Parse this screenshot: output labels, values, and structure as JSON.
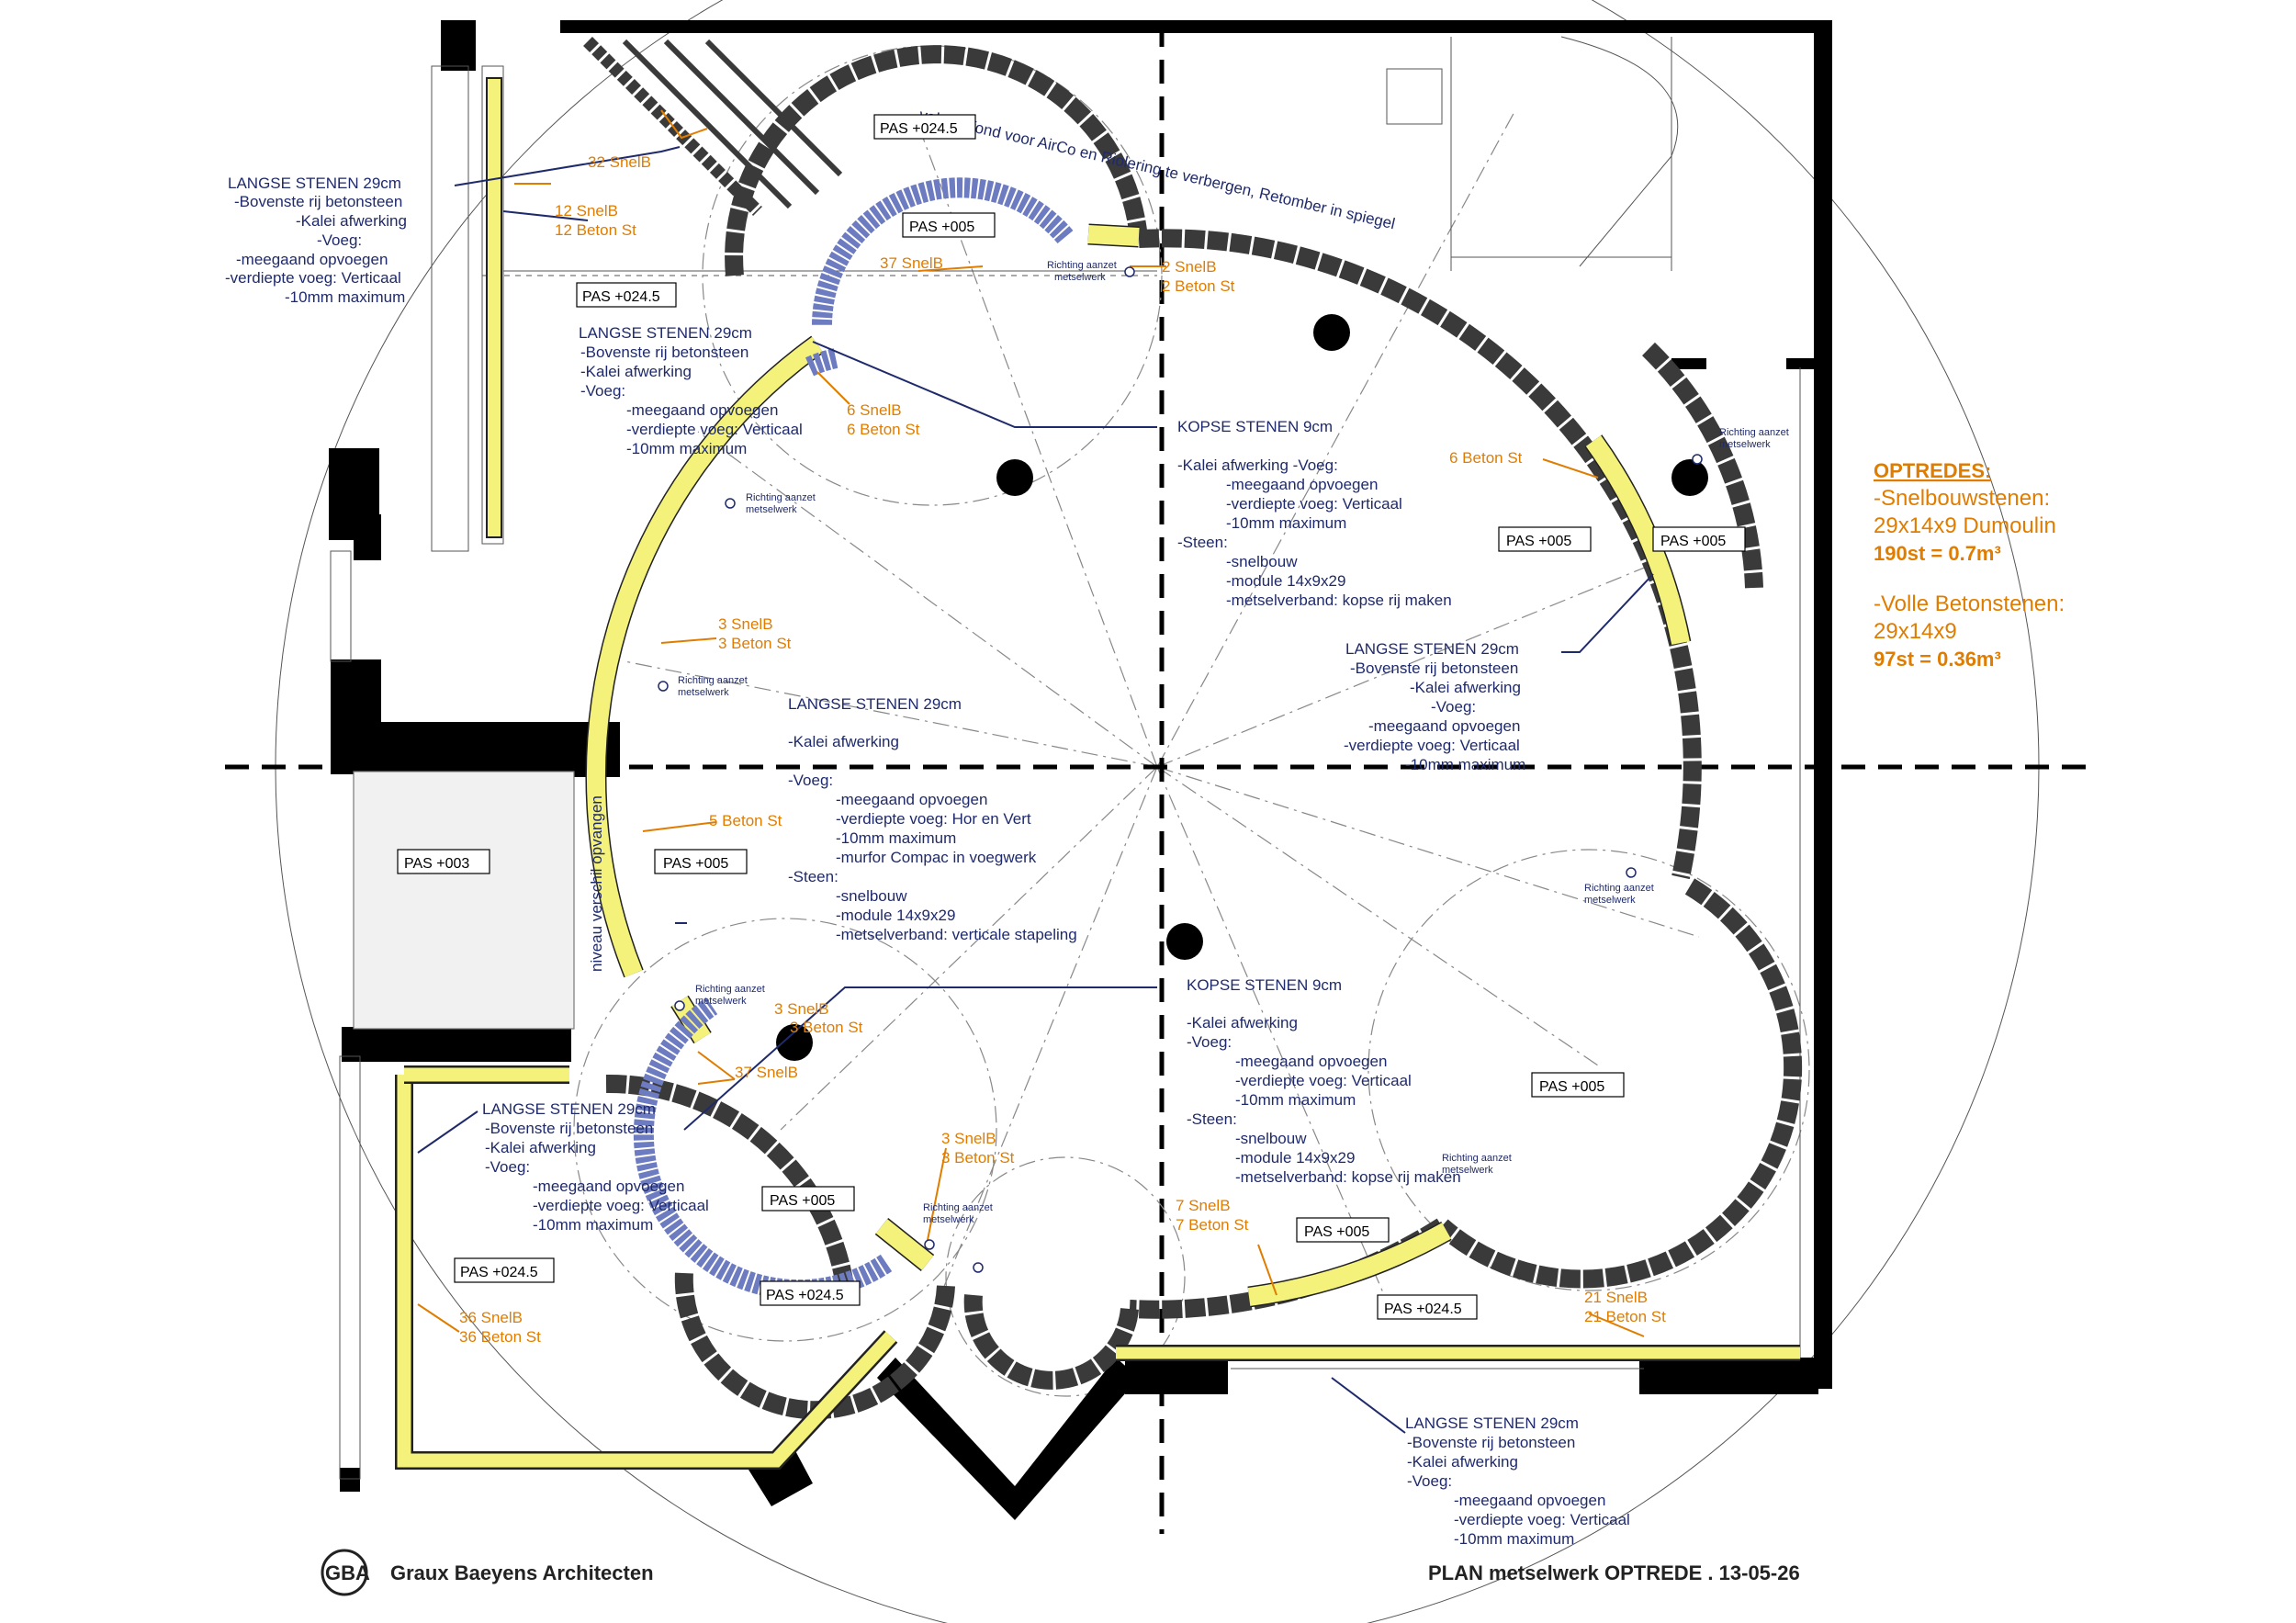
{
  "header": {
    "ceiling_note": "vals plafond voor AirCo en Riolering te verbergen, Retomber in spiegel"
  },
  "pas_labels": {
    "top_left_1": "PAS +024.5",
    "top_left_2": "PAS +005",
    "left_wall": "PAS +024.5",
    "right_1": "PAS +005",
    "right_2": "PAS +005",
    "left_mid": "PAS +005",
    "far_left": "PAS +003",
    "bottom_right_circle": "PAS +005",
    "bottom_left_1": "PAS +005",
    "bottom_left_2": "PAS +024.5",
    "bottom_mid": "PAS +005",
    "bottom_right": "PAS +024.5",
    "bottom_far_left": "PAS +024.5"
  },
  "counts": {
    "c32": "32 SnelB",
    "c12a": "12 SnelB",
    "c12b": "12 Beton St",
    "c37a": "37 SnelB",
    "c2a": "2 SnelB",
    "c2b": "2 Beton St",
    "c6a": "6 SnelB",
    "c6b": "6 Beton St",
    "c6r": "6 Beton St",
    "c3a": "3 SnelB",
    "c3b": "3 Beton St",
    "c5": "5 Beton St",
    "c3c": "3 SnelB",
    "c3d": "3 Beton St",
    "c37b": "37 SnelB",
    "c3e": "3 SnelB",
    "c3f": "3 Beton St",
    "c7a": "7 SnelB",
    "c7b": "7 Beton St",
    "c36a": "36 SnelB",
    "c36b": "36 Beton St",
    "c21a": "21 SnelB",
    "c21b": "21 Beton St"
  },
  "notes": {
    "n1": [
      "LANGSE STENEN 29cm",
      "-Bovenste rij betonsteen",
      "-Kalei afwerking",
      "-Voeg:",
      "-meegaand opvoegen",
      "-verdiepte voeg: Verticaal",
      "-10mm maximum"
    ],
    "n2": [
      "LANGSE STENEN 29cm",
      "-Bovenste rij betonsteen",
      "-Kalei afwerking",
      "-Voeg:",
      "-meegaand opvoegen",
      "-verdiepte voeg: Verticaal",
      "-10mm maximum"
    ],
    "n3": [
      "KOPSE STENEN 9cm",
      "-Kalei afwerking -Voeg:",
      "-meegaand opvoegen",
      "-verdiepte voeg: Verticaal",
      "-10mm maximum",
      "-Steen:",
      "-snelbouw",
      "-module 14x9x29",
      "-metselverband: kopse rij maken"
    ],
    "n4": [
      "LANGSE STENEN 29cm",
      "-Bovenste rij betonsteen",
      "-Kalei afwerking",
      "-Voeg:",
      "-meegaand opvoegen",
      "-verdiepte voeg: Verticaal",
      "-10mm maximum"
    ],
    "n5": [
      "LANGSE STENEN 29cm",
      "-Kalei afwerking",
      "-Voeg:",
      "-meegaand opvoegen",
      "-verdiepte voeg: Hor en Vert",
      "-10mm maximum",
      "-murfor Compac in voegwerk",
      "-Steen:",
      "-snelbouw",
      "-module 14x9x29",
      "-metselverband: verticale stapeling"
    ],
    "n6": [
      "KOPSE STENEN 9cm",
      "-Kalei afwerking",
      "-Voeg:",
      "-meegaand opvoegen",
      "-verdiepte voeg: Verticaal",
      "-10mm maximum",
      "-Steen:",
      "-snelbouw",
      "-module 14x9x29",
      "-metselverband: kopse rij maken"
    ],
    "n7": [
      "LANGSE STENEN 29cm",
      "-Bovenste rij betonsteen",
      "-Kalei afwerking",
      "-Voeg:",
      "-meegaand opvoegen",
      "-verdiepte voeg: Verticaal",
      "-10mm maximum"
    ],
    "n8": [
      "LANGSE STENEN 29cm",
      "-Bovenste rij betonsteen",
      "-Kalei afwerking",
      "-Voeg:",
      "-meegaand opvoegen",
      "-verdiepte voeg: Verticaal",
      "-10mm maximum"
    ]
  },
  "richting": "Richting aanzet",
  "metselwerk": "metselwerk",
  "niveau": "niveau verschil opvangen",
  "optredes": {
    "title": "OPTREDES:",
    "l1": "-Snelbouwstenen:",
    "l2": "29x14x9 Dumoulin",
    "l3": "190st = 0.7m³",
    "l4": "-Volle Betonstenen:",
    "l5": "29x14x9",
    "l6": "97st = 0.36m³"
  },
  "footer": {
    "logo": "GBA",
    "firm": "Graux Baeyens Architecten",
    "plan_title": "PLAN metselwerk OPTREDE .  13-05-26"
  },
  "colors": {
    "annotation_blue": "#1f2a6b",
    "count_orange": "#e07d00",
    "highlight_yellow": "#f4f27a",
    "brick_gray": "#3a3a3a",
    "blue_brick": "#6d7bc0"
  }
}
